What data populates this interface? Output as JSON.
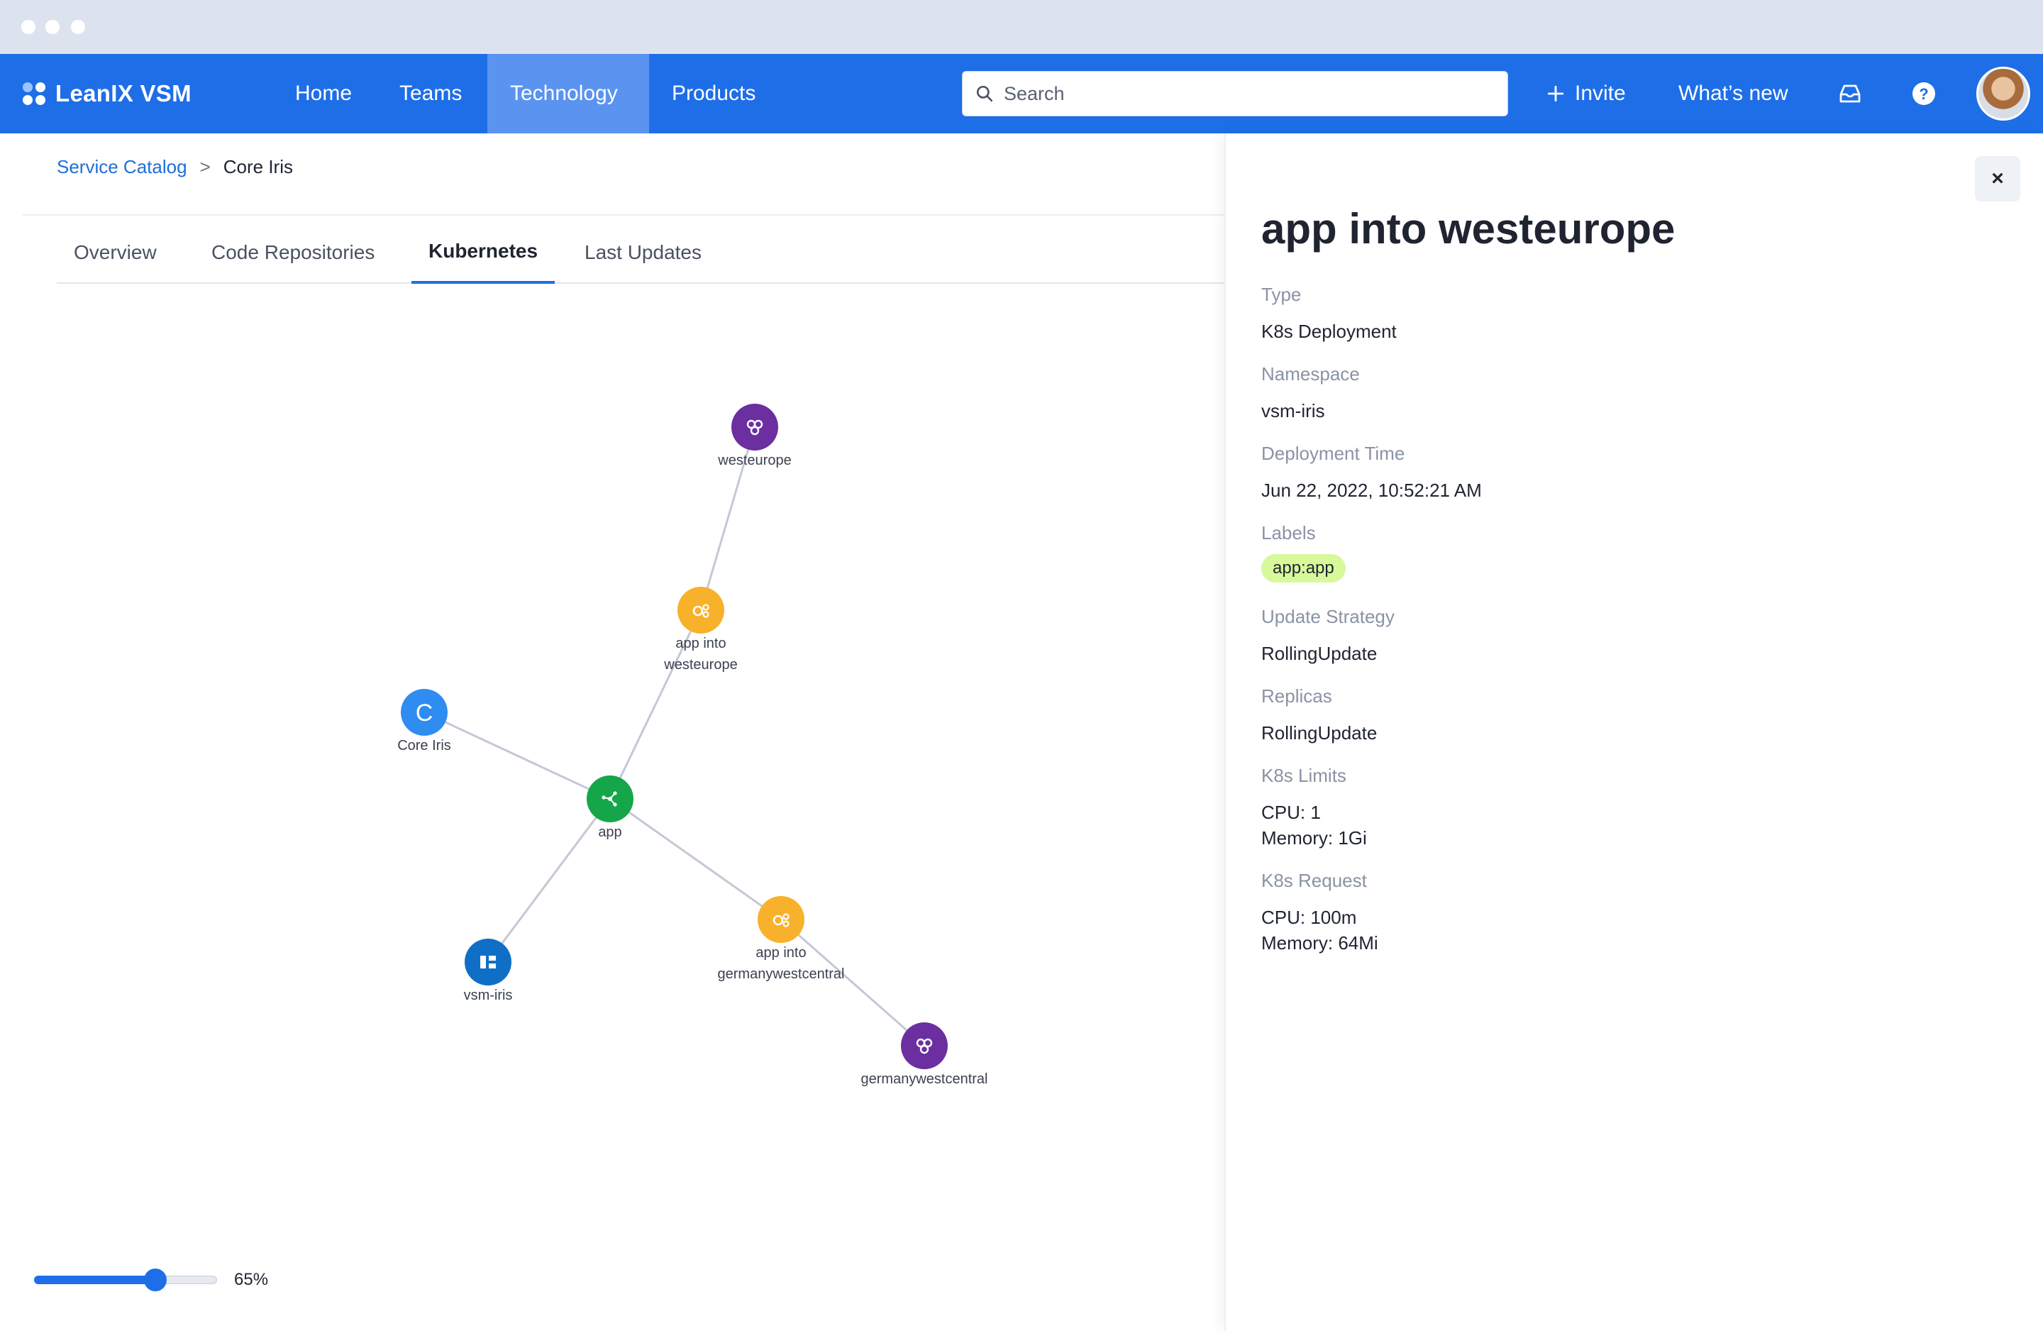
{
  "app": {
    "name": "LeanIX VSM"
  },
  "nav": {
    "items": [
      {
        "label": "Home",
        "active": false
      },
      {
        "label": "Teams",
        "active": false
      },
      {
        "label": "Technology",
        "active": true
      },
      {
        "label": "Products",
        "active": false
      }
    ],
    "search_placeholder": "Search",
    "invite_label": "Invite",
    "whats_new_label": "What’s new",
    "icons": [
      "inbox-icon",
      "help-icon"
    ]
  },
  "breadcrumb": {
    "parent": "Service Catalog",
    "separator": ">",
    "current": "Core Iris"
  },
  "tabs": [
    {
      "label": "Overview",
      "active": false
    },
    {
      "label": "Code Repositories",
      "active": false
    },
    {
      "label": "Kubernetes",
      "active": true
    },
    {
      "label": "Last Updates",
      "active": false
    }
  ],
  "graph": {
    "nodes": [
      {
        "id": "westeurope",
        "label_lines": [
          "westeurope"
        ],
        "color": "#6b2fa0",
        "icon": "cluster-icon"
      },
      {
        "id": "app-westeurope",
        "label_lines": [
          "app into",
          "westeurope"
        ],
        "color": "#f8b12a",
        "icon": "deployment-icon"
      },
      {
        "id": "core-iris",
        "label_lines": [
          "Core Iris"
        ],
        "color": "#2f8cf0",
        "icon": "service-letter",
        "letter": "C"
      },
      {
        "id": "app",
        "label_lines": [
          "app"
        ],
        "color": "#15a64a",
        "icon": "app-icon"
      },
      {
        "id": "vsm-iris",
        "label_lines": [
          "vsm-iris"
        ],
        "color": "#0f6fc7",
        "icon": "namespace-icon"
      },
      {
        "id": "app-germany",
        "label_lines": [
          "app into",
          "germanywestcentral"
        ],
        "color": "#f8b12a",
        "icon": "deployment-icon"
      },
      {
        "id": "germanywestcentral",
        "label_lines": [
          "germanywestcentral"
        ],
        "color": "#6b2fa0",
        "icon": "cluster-icon"
      }
    ],
    "edges": [
      [
        "westeurope",
        "app-westeurope"
      ],
      [
        "app-westeurope",
        "app"
      ],
      [
        "core-iris",
        "app"
      ],
      [
        "app",
        "vsm-iris"
      ],
      [
        "app",
        "app-germany"
      ],
      [
        "app-germany",
        "germanywestcentral"
      ]
    ]
  },
  "zoom": {
    "value": 0.65,
    "label": "65%"
  },
  "panel": {
    "title": "app into westeurope",
    "close_label": "×",
    "fields": {
      "type": {
        "label": "Type",
        "value": "K8s Deployment"
      },
      "namespace": {
        "label": "Namespace",
        "value": "vsm-iris"
      },
      "deployment_time": {
        "label": "Deployment Time",
        "value": "Jun 22, 2022, 10:52:21 AM"
      },
      "labels": {
        "label": "Labels",
        "chip": "app:app"
      },
      "update_strategy": {
        "label": "Update Strategy",
        "value": "RollingUpdate"
      },
      "replicas": {
        "label": "Replicas",
        "value": "RollingUpdate"
      },
      "k8s_limits": {
        "label": "K8s Limits",
        "line1": "CPU: 1",
        "line2": "Memory: 1Gi"
      },
      "k8s_request": {
        "label": "K8s Request",
        "line1": "CPU: 100m",
        "line2": "Memory: 64Mi"
      }
    }
  }
}
